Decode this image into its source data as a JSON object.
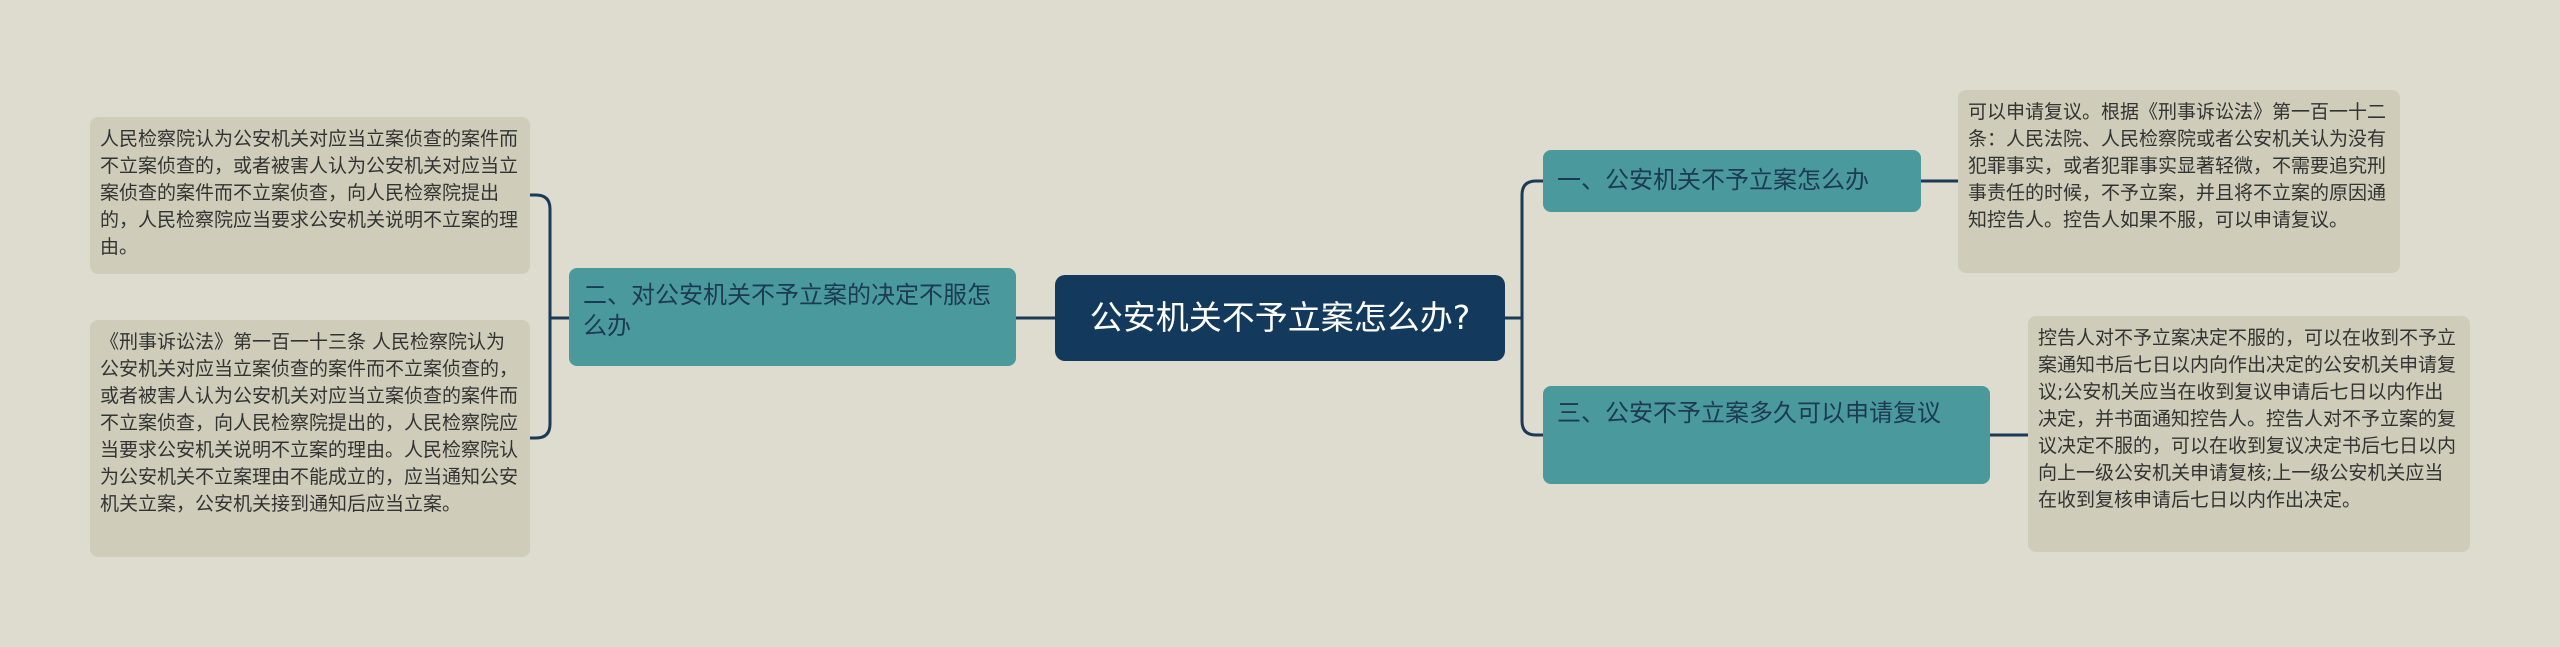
{
  "root": {
    "label": "公安机关不予立案怎么办?"
  },
  "branches": [
    {
      "label": "二、对公安机关不予立案的决定不服怎么办",
      "details": [
        "人民检察院认为公安机关对应当立案侦查的案件而不立案侦查的，或者被害人认为公安机关对应当立案侦查的案件而不立案侦查，向人民检察院提出的，人民检察院应当要求公安机关说明不立案的理由。",
        "《刑事诉讼法》第一百一十三条 人民检察院认为公安机关对应当立案侦查的案件而不立案侦查的，或者被害人认为公安机关对应当立案侦查的案件而不立案侦查，向人民检察院提出的，人民检察院应当要求公安机关说明不立案的理由。人民检察院认为公安机关不立案理由不能成立的，应当通知公安机关立案，公安机关接到通知后应当立案。"
      ]
    },
    {
      "label": "一、公安机关不予立案怎么办",
      "details": [
        "可以申请复议。根据《刑事诉讼法》第一百一十二条：人民法院、人民检察院或者公安机关认为没有犯罪事实，或者犯罪事实显著轻微，不需要追究刑事责任的时候，不予立案，并且将不立案的原因通知控告人。控告人如果不服，可以申请复议。"
      ]
    },
    {
      "label": "三、公安不予立案多久可以申请复议",
      "details": [
        "控告人对不予立案决定不服的，可以在收到不予立案通知书后七日以内向作出决定的公安机关申请复议;公安机关应当在收到复议申请后七日以内作出决定，并书面通知控告人。控告人对不予立案的复议决定不服的，可以在收到复议决定书后七日以内向上一级公安机关申请复核;上一级公安机关应当在收到复核申请后七日以内作出决定。"
      ]
    }
  ]
}
